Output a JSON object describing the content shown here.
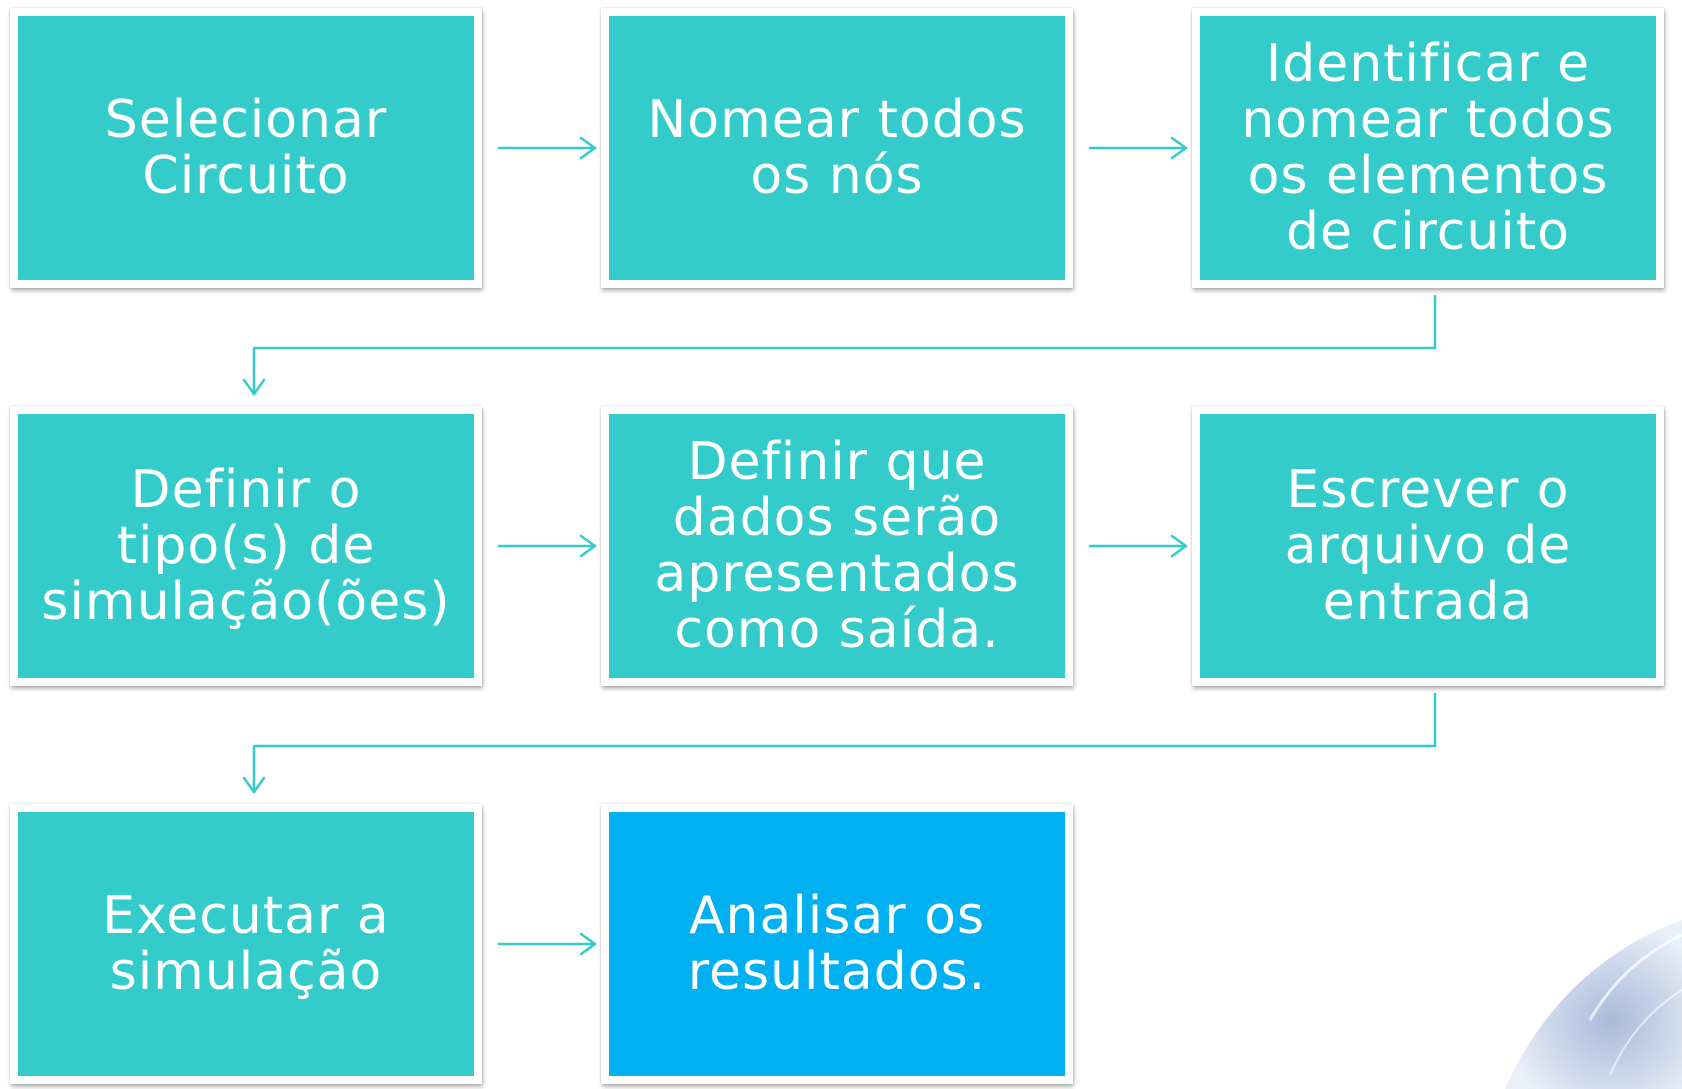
{
  "colors": {
    "step": "#34cbcb",
    "final_step": "#00b0f0",
    "connector": "#34cbcb",
    "text": "#ffffff"
  },
  "steps": [
    {
      "label": "Selecionar Circuito"
    },
    {
      "label": "Nomear todos os nós"
    },
    {
      "label": "Identificar e nomear todos os elementos de circuito"
    },
    {
      "label": "Definir o tipo(s) de simulação(ões)"
    },
    {
      "label": "Definir que dados serão apresentados como saída."
    },
    {
      "label": "Escrever o arquivo de entrada"
    },
    {
      "label": "Executar a simulação"
    },
    {
      "label": "Analisar os resultados."
    }
  ]
}
